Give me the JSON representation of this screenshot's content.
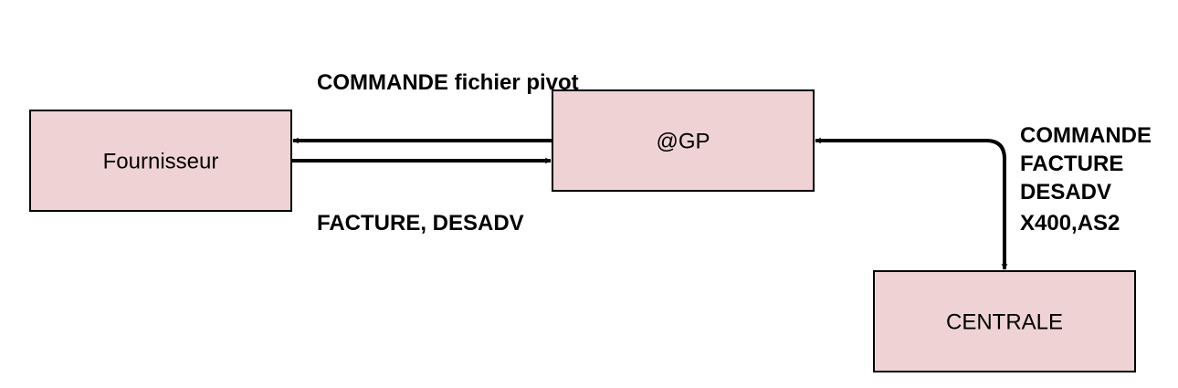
{
  "colors": {
    "node_fill": "#EFD3D4",
    "node_stroke": "#000000",
    "edge_stroke": "#000000"
  },
  "nodes": {
    "fournisseur": {
      "label": "Fournisseur"
    },
    "agp": {
      "label": "@GP"
    },
    "centrale": {
      "label": "CENTRALE"
    }
  },
  "edges": {
    "commande_label": "COMMANDE fichier pivot",
    "facture_label": "FACTURE, DESADV",
    "centrale_labels": [
      "COMMANDE",
      "FACTURE",
      "DESADV",
      "X400,AS2"
    ]
  }
}
